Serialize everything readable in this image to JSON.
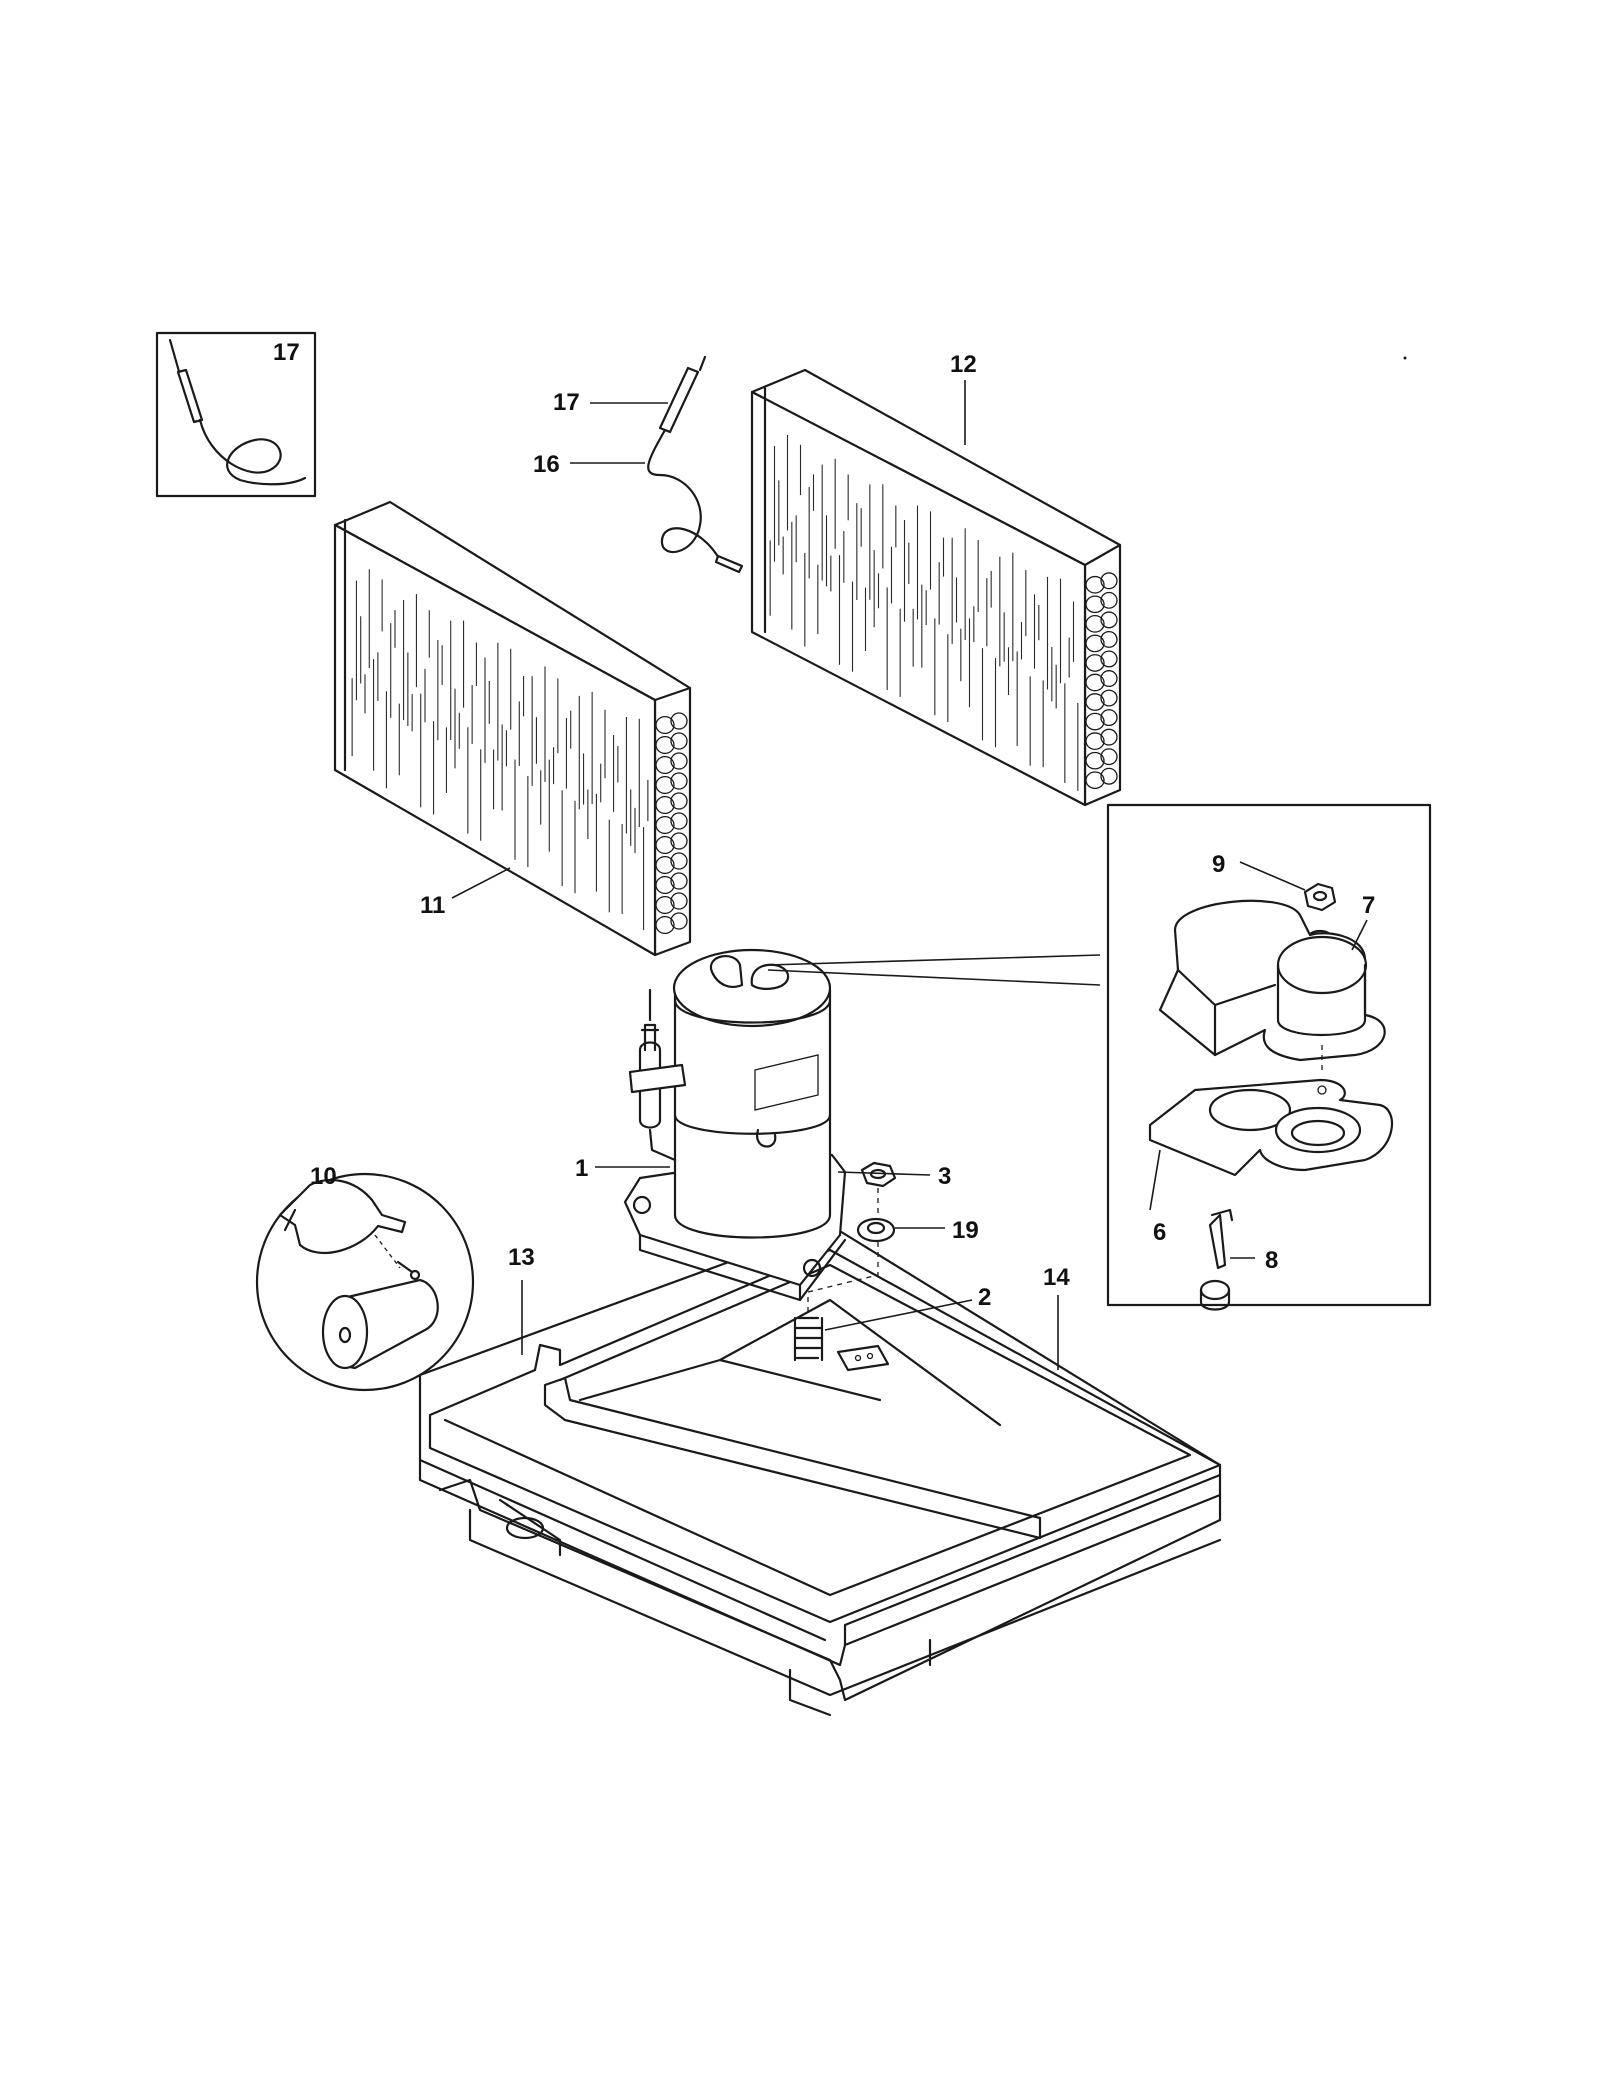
{
  "callouts": {
    "c1": "1",
    "c2": "2",
    "c3": "3",
    "c6": "6",
    "c7": "7",
    "c8": "8",
    "c9": "9",
    "c10": "10",
    "c11": "11",
    "c12": "12",
    "c13": "13",
    "c14": "14",
    "c16": "16",
    "c17_inset": "17",
    "c17": "17",
    "c19": "19"
  },
  "colors": {
    "line": "#1a1a1a",
    "background": "#ffffff"
  }
}
